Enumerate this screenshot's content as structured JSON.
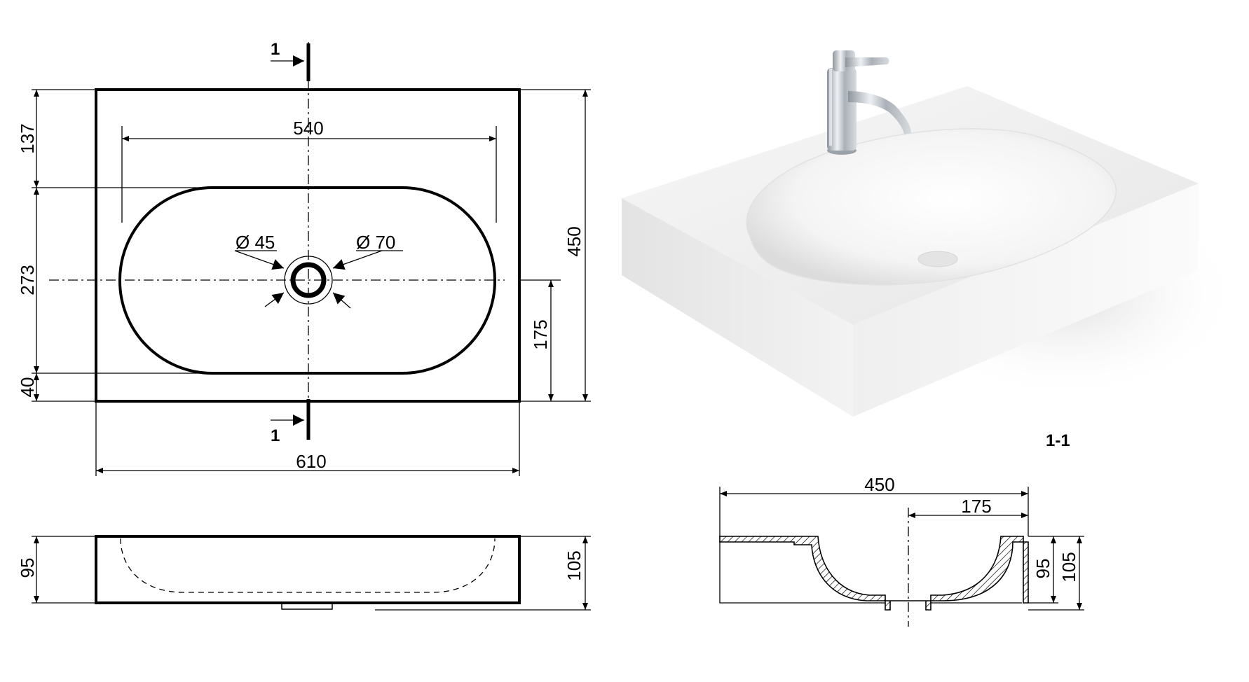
{
  "plan": {
    "section_mark_top": "1",
    "section_mark_bottom": "1",
    "dim_inner_width": "540",
    "dim_outer_width": "610",
    "dim_depth_total": "450",
    "dim_front_to_drain": "175",
    "dim_back_margin": "137",
    "dim_bowl_depth": "273",
    "dim_front_margin": "40",
    "drain_diameter_small": "Ø 45",
    "drain_diameter_large": "Ø 70"
  },
  "elevation": {
    "dim_bowl_height": "95",
    "dim_total_height": "105"
  },
  "section": {
    "label": "1-1",
    "dim_depth_total": "450",
    "dim_front_to_drain": "175",
    "dim_bowl_height": "95",
    "dim_total_height": "105"
  },
  "colors": {
    "line": "#000000",
    "basin": "#f2f2f2",
    "basin_shadow": "#d9d9d9",
    "faucet": "#b8bec4"
  }
}
